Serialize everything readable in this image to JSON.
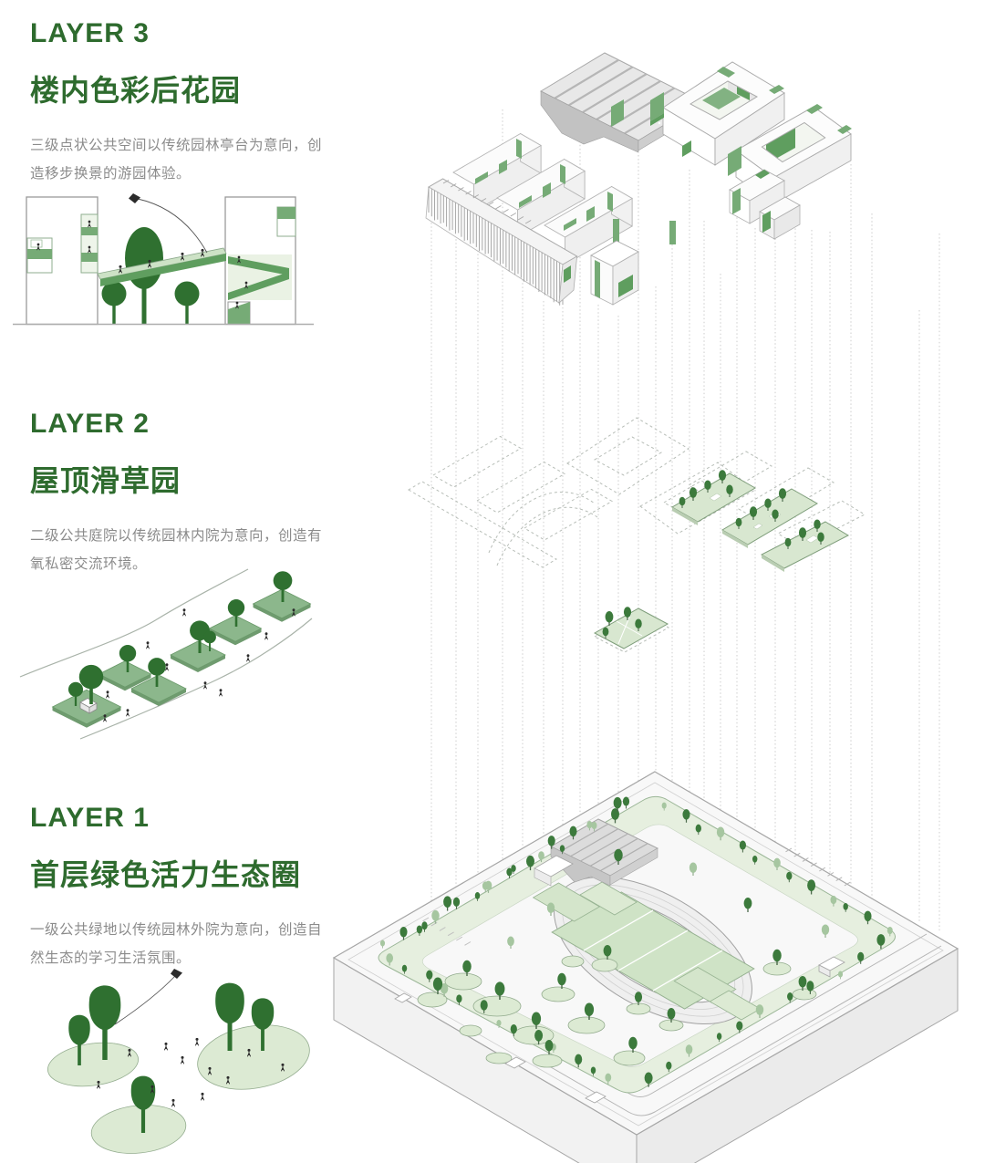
{
  "palette": {
    "heading_green": "#2e6b2e",
    "body_gray": "#8b8b8b",
    "accent_green": "#76ab76",
    "accent_dark": "#5f9e5f",
    "light_green": "#d8e7d0",
    "belt_green": "#e6efdf",
    "platform_green": "#8cb78c",
    "tree_dark": "#3c7a3c",
    "tree_pale": "#a6c6a0",
    "tree_illus": "#2f7030",
    "ghost_gray": "#b7bdb7"
  },
  "sections": [
    {
      "id": "layer3",
      "heading": "LAYER 3",
      "title": "楼内色彩后花园",
      "body": "三级点状公共空间以传统园林亭台为意向，创造移步换景的游园体验。",
      "illustration": "section view of two towers linked by a green ramp bridge with trees and a kite"
    },
    {
      "id": "layer2",
      "heading": "LAYER 2",
      "title": "屋顶滑草园",
      "body": "二级公共庭院以传统园林内院为意向，创造有氧私密交流环境。",
      "illustration": "winding path with green planted terraces, trees and people"
    },
    {
      "id": "layer1",
      "heading": "LAYER 1",
      "title": "首层绿色活力生态圈",
      "body": "一级公共绿地以传统园林外院为意向，创造自然生态的学习生活氛围。",
      "illustration": "organic green lawns with trees, people and a kite"
    }
  ],
  "axonometric": {
    "description": "exploded axonometric of campus",
    "top_layer": "building volumes with green pocket gardens",
    "middle_layer": "ghosted volumes with green roof gardens",
    "bottom_layer": "ground plane with running track, sports fields and tree belt"
  },
  "icons": {
    "kite": "kite-icon",
    "tree": "tree-icon",
    "person": "person-icon"
  }
}
